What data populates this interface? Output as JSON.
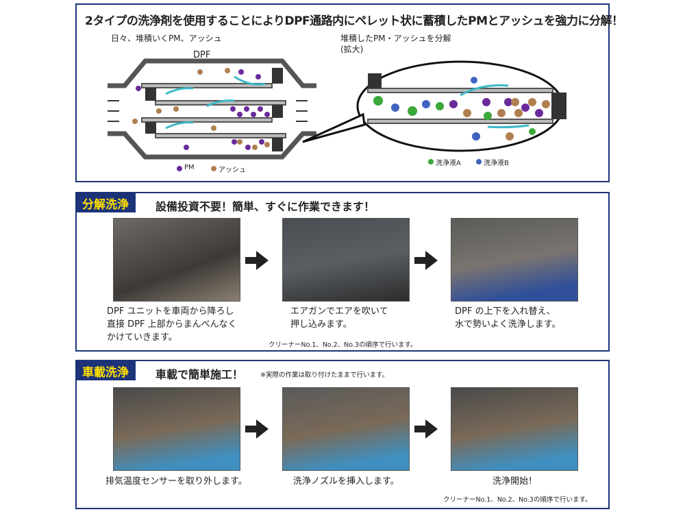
{
  "top": {
    "headline": "2タイプの洗浄剤を使用することによりDPF通路内にペレット状に蓄積したPMとアッシュを強力に分解！",
    "left_label": "日々、堆積いくPM、アッシュ",
    "dpf_label": "DPF",
    "right_label": "堆積したPM・アッシュを分解",
    "right_label2": "(拡大)",
    "legend_pm": "PM",
    "legend_ash": "アッシュ",
    "legend_a": "洗浄液A",
    "legend_b": "洗浄液B",
    "colors": {
      "pm": "#6a2a9a",
      "ash": "#b08050",
      "a": "#3aa83a",
      "b": "#3f63c0",
      "flow": "#3ab8c8"
    }
  },
  "section2": {
    "tag": "分解洗浄",
    "title": "設備投資不要！簡単、すぐに作業できます！",
    "captions": [
      [
        "DPF ユニットを車両から降ろし",
        "直接 DPF 上部からまんべんなく",
        "かけていきます。"
      ],
      [
        "エアガンでエアを吹いて",
        "押し込みます。"
      ],
      [
        "DPF の上下を入れ替え、",
        "水で勢いよく洗浄します。"
      ]
    ],
    "note": "クリーナーNo.1、No.2、No.3の順序で行います。"
  },
  "section3": {
    "tag": "車載洗浄",
    "title": "車載で簡単施工！",
    "title_note": "※実際の作業は取り付けたままで行います。",
    "captions": [
      "排気温度センサーを取り外します。",
      "洗浄ノズルを挿入します。",
      "洗浄開始！"
    ],
    "note": "クリーナーNo.1、No.2、No.3の順序で行います。"
  }
}
